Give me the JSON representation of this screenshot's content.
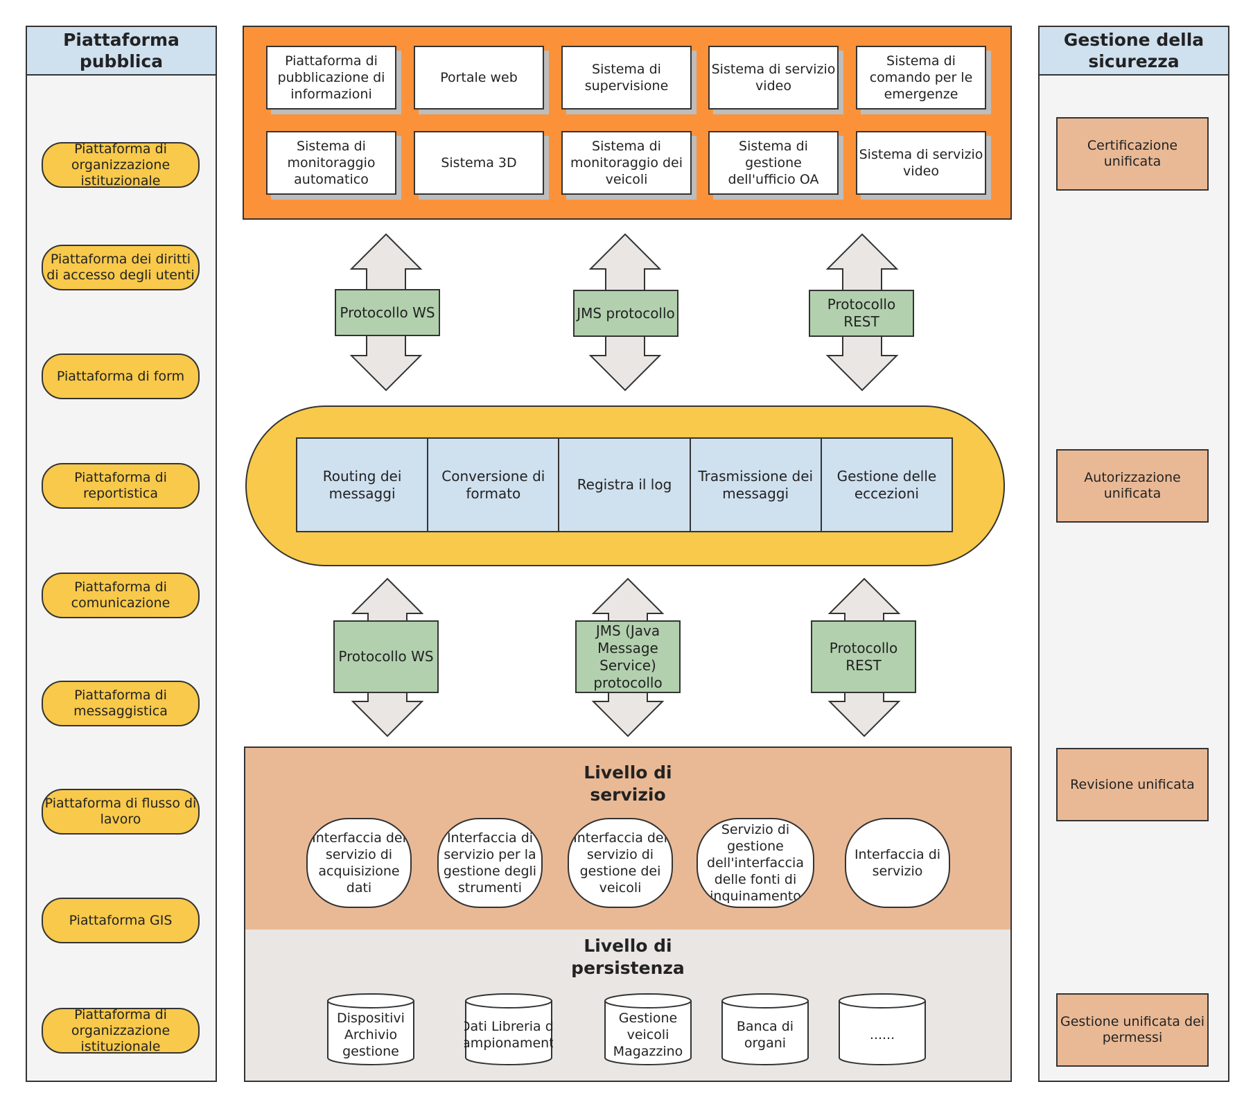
{
  "public_platform": {
    "title": "Piattaforma pubblica",
    "items": [
      "Piattaforma di organizzazione istituzionale",
      "Piattaforma dei diritti di accesso degli utenti",
      "Piattaforma di form",
      "Piattaforma di reportistica",
      "Piattaforma di comunicazione",
      "Piattaforma di messaggistica",
      "Piattaforma di flusso di lavoro",
      "Piattaforma GIS",
      "Piattaforma di organizzazione istituzionale"
    ]
  },
  "security": {
    "title": "Gestione della sicurezza",
    "items": [
      "Certificazione unificata",
      "Autorizzazione unificata",
      "Revisione unificata",
      "Gestione unificata dei permessi"
    ]
  },
  "applications": [
    "Piattaforma di pubblicazione di informazioni",
    "Portale web",
    "Sistema di supervisione",
    "Sistema di servizio video",
    "Sistema di comando per le emergenze",
    "Sistema di monitoraggio automatico",
    "Sistema 3D",
    "Sistema di monitoraggio dei veicoli",
    "Sistema di gestione dell'ufficio OA",
    "Sistema di servizio video"
  ],
  "upper_protocols": [
    "Protocollo WS",
    "JMS protocollo",
    "Protocollo REST"
  ],
  "bus_functions": [
    "Routing dei messaggi",
    "Conversione di formato",
    "Registra il log",
    "Trasmissione dei messaggi",
    "Gestione delle eccezioni"
  ],
  "lower_protocols": [
    "Protocollo WS",
    "JMS (Java Message Service) protocollo",
    "Protocollo REST"
  ],
  "service_layer": {
    "title": "Livello di servizio",
    "items": [
      "Interfaccia del servizio di acquisizione dati",
      "Interfaccia di servizio per la gestione degli strumenti",
      "Interfaccia del servizio di gestione dei veicoli",
      "Servizio di gestione dell'interfaccia delle fonti di inquinamento",
      "Interfaccia di servizio"
    ]
  },
  "persistence_layer": {
    "title": "Livello di persistenza",
    "items": [
      "Dispositivi Archivio gestione",
      "Dati Libreria di campionamento",
      "Gestione veicoli Magazzino",
      "Banca di organi",
      "......"
    ]
  },
  "colors": {
    "top_frame": "#fb923a",
    "pill_yellow": "#f8c94a",
    "light_blue": "#cfe0ef",
    "protocol_green": "#b2d0ae",
    "service_peach": "#e9b996",
    "persistence_grey": "#e9e6e3"
  }
}
